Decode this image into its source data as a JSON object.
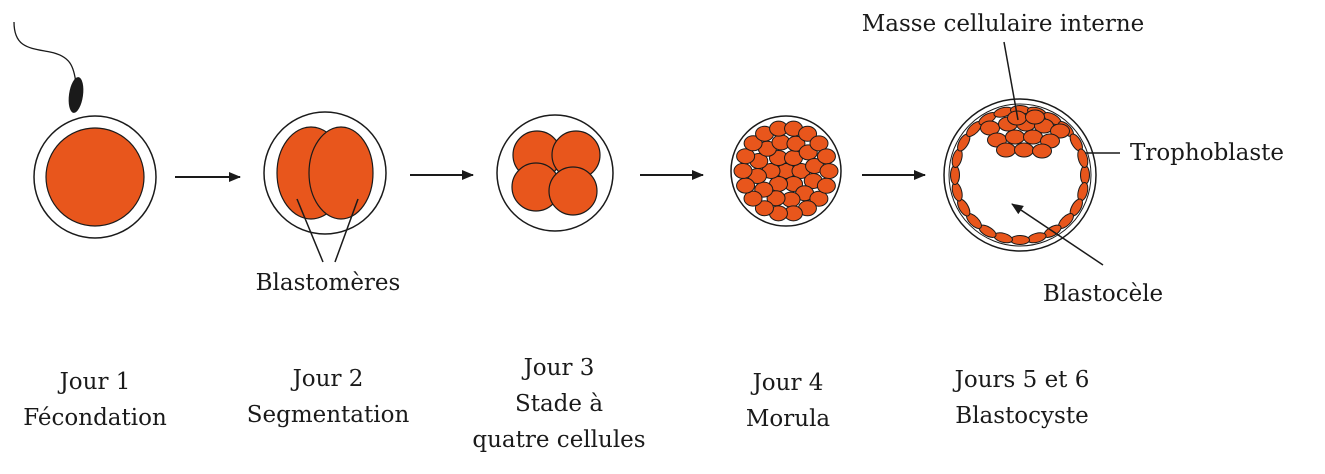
{
  "colors": {
    "cell_fill": "#e8561c",
    "outline": "#1a1a1a",
    "background": "#ffffff"
  },
  "stages": [
    {
      "id": "day1",
      "day": "Jour 1",
      "name": "Fécondation"
    },
    {
      "id": "day2",
      "day": "Jour 2",
      "name": "Segmentation"
    },
    {
      "id": "day3",
      "day": "Jour 3",
      "name": "Stade à",
      "name2": "quatre cellules"
    },
    {
      "id": "day4",
      "day": "Jour 4",
      "name": "Morula"
    },
    {
      "id": "day56",
      "day": "Jours 5 et 6",
      "name": "Blastocyste"
    }
  ],
  "annotations": {
    "blastomeres": "Blastomères",
    "inner_cell_mass": "Masse cellulaire interne",
    "trophoblast": "Trophoblaste",
    "blastocoel": "Blastocèle"
  },
  "icons": {
    "sperm": "sperm-icon",
    "arrow": "right-arrow-icon"
  }
}
